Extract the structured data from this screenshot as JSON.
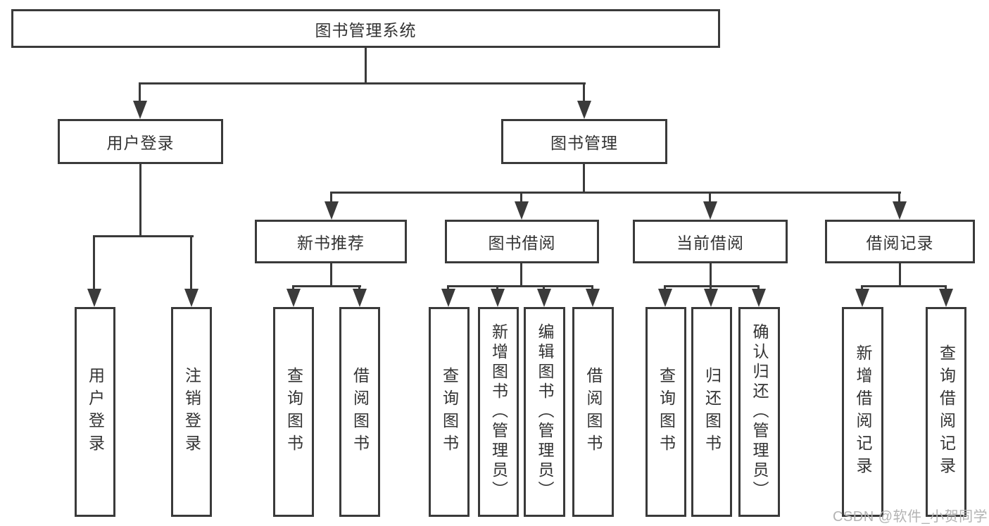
{
  "diagram_type": "hierarchy-tree",
  "colors": {
    "line": "#3a3a3a",
    "text": "#333333",
    "background": "#ffffff",
    "watermark": "#b3b3b3"
  },
  "nodes": {
    "root": "图书管理系统",
    "level2": [
      "用户登录",
      "图书管理"
    ],
    "level3": [
      "新书推荐",
      "图书借阅",
      "当前借阅",
      "借阅记录"
    ],
    "leaves": {
      "user_login": [
        "用户登录",
        "注销登录"
      ],
      "new_books": [
        "查询图书",
        "借阅图书"
      ],
      "book_borrow": [
        "查询图书",
        "新增图书（管理员）",
        "编辑图书（管理员）",
        "借阅图书"
      ],
      "current_borrow": [
        "查询图书",
        "归还图书",
        "确认归还（管理员）"
      ],
      "borrow_records": [
        "新增借阅记录",
        "查询借阅记录"
      ]
    }
  },
  "watermark": "CSDN @软件_小贺同学"
}
